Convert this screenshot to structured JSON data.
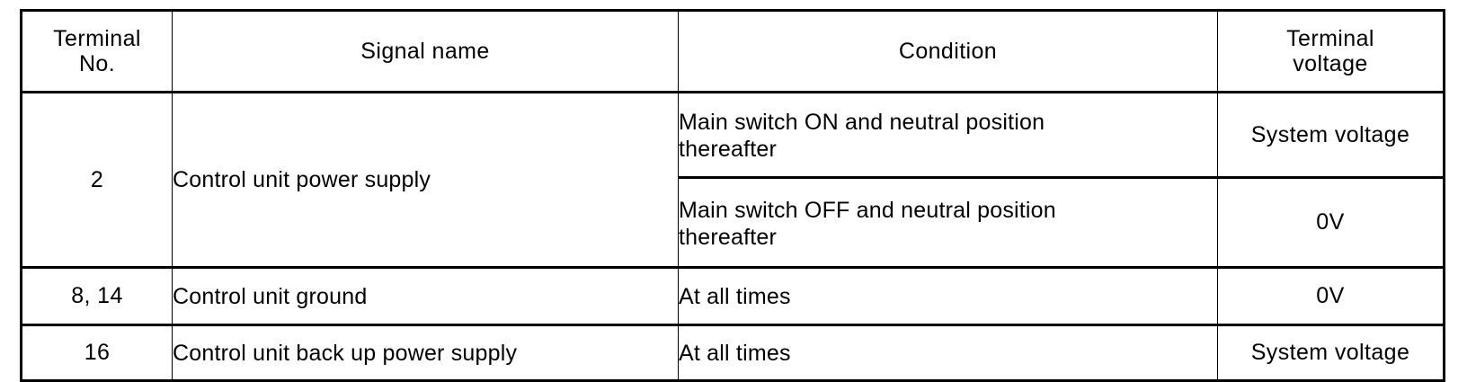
{
  "document": {
    "type": "terminal-voltage-specification-table"
  },
  "table": {
    "columns": [
      {
        "key": "terminal_no",
        "label_line1": "Terminal",
        "label_line2": "No."
      },
      {
        "key": "signal_name",
        "label_line1": "Signal  name",
        "label_line2": ""
      },
      {
        "key": "condition",
        "label_line1": "Condition",
        "label_line2": ""
      },
      {
        "key": "terminal_voltage",
        "label_line1": "Terminal",
        "label_line2": "voltage"
      }
    ],
    "rows": [
      {
        "terminal_no": "2",
        "signal_name": "Control unit power supply",
        "condition_line1": "Main switch ON and neutral position",
        "condition_line2": "thereafter",
        "terminal_voltage": "System  voltage"
      },
      {
        "terminal_no": "",
        "signal_name": "",
        "condition_line1": "Main switch OFF and neutral position",
        "condition_line2": "thereafter",
        "terminal_voltage": "0V"
      },
      {
        "terminal_no": "8,  14",
        "signal_name": "Control unit ground",
        "condition_line1": "At all times",
        "condition_line2": "",
        "terminal_voltage": "0V"
      },
      {
        "terminal_no": "16",
        "signal_name": "Control unit back up power supply",
        "condition_line1": "At all times",
        "condition_line2": "",
        "terminal_voltage": "System  voltage"
      }
    ]
  },
  "colors": {
    "ink": "#000000",
    "paper": "#ffffff"
  }
}
